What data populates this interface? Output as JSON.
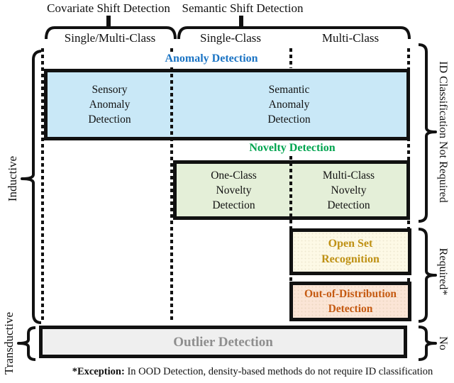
{
  "header": {
    "covariate_label": "Covariate Shift Detection",
    "semantic_label": "Semantic Shift Detection",
    "columns": {
      "single_multi": "Single/Multi-Class",
      "single": "Single-Class",
      "multi": "Multi-Class"
    }
  },
  "left_labels": {
    "inductive": "Inductive",
    "transductive": "Transductive"
  },
  "right_labels": {
    "id_not_required": "ID Classification Not Required",
    "required": "Required*",
    "no": "No"
  },
  "sections": {
    "anomaly": {
      "title": "Anomaly Detection",
      "cells": [
        "Sensory\nAnomaly\nDetection",
        "Semantic\nAnomaly\nDetection"
      ]
    },
    "novelty": {
      "title": "Novelty Detection",
      "cells": [
        "One-Class\nNovelty\nDetection",
        "Multi-Class\nNovelty\nDetection"
      ]
    },
    "open_set": {
      "label": "Open Set\nRecognition"
    },
    "ood": {
      "label": "Out-of-Distribution\nDetection"
    },
    "outlier": {
      "label": "Outlier Detection"
    }
  },
  "footnote": {
    "prefix": "*Exception:",
    "text": " In OOD Detection, density-based methods do not require ID classification"
  },
  "colors": {
    "anomaly_title": "#1B74C4",
    "anomaly_fill": "#C9E8F7",
    "novelty_title": "#00A44F",
    "novelty_fill": "#E4EFD8",
    "open_set_text": "#BF9114",
    "open_set_fill": "#FDF9E6",
    "ood_text": "#C55A11",
    "ood_fill": "#FBE5D6",
    "outlier_text": "#8E8E8E",
    "outlier_fill": "#EFEFEF"
  }
}
